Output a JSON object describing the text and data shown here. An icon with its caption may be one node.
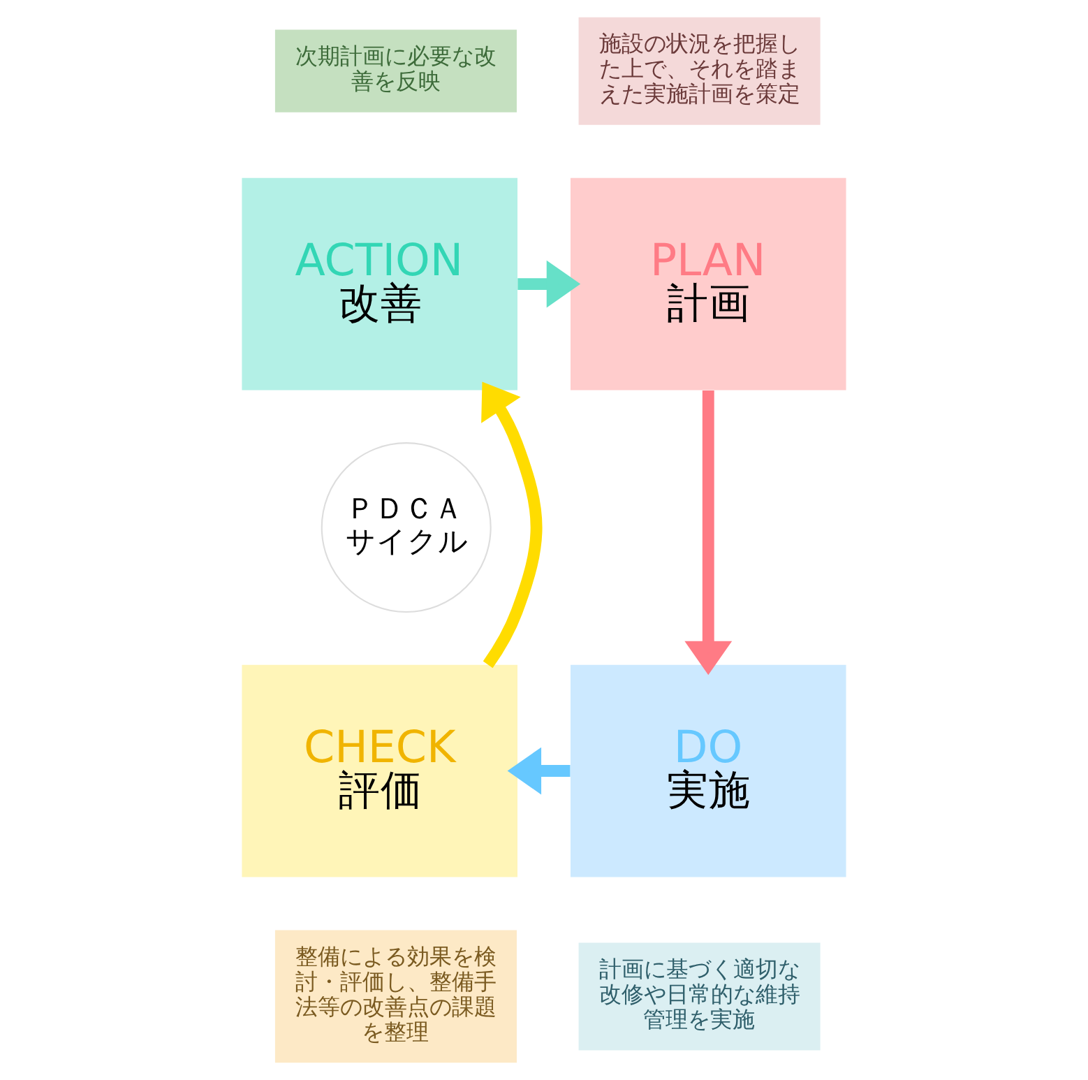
{
  "diagram": {
    "nodes": [
      {
        "text": [
          "次期計画に必要な改善を反映"
        ]
      },
      {
        "text": [
          "施設の状況を把握した上で、それを踏まえた実施計画を策定"
        ]
      },
      {
        "text": [
          "ACTION",
          "改善"
        ]
      },
      {
        "text": [
          "PLAN",
          "計画"
        ]
      },
      {
        "text": [
          "ＰＤＣＡサイクル"
        ]
      },
      {
        "text": [
          "CHECK",
          "評価"
        ]
      },
      {
        "text": [
          "DO",
          "実施"
        ]
      },
      {
        "text": [
          "整備による効果を検討・評価し、整備手法等の改善点の課題を整理"
        ]
      },
      {
        "text": [
          "計画に基づく適切な改修や日常的な維持管理を実施"
        ]
      }
    ],
    "edges": [
      {
        "from": 2,
        "to": 3,
        "arrow": "to",
        "color": "#66e0c8"
      },
      {
        "from": 3,
        "to": 6,
        "arrow": "to",
        "color": "#ff7b85"
      },
      {
        "from": 6,
        "to": 5,
        "arrow": "to",
        "color": "#66c8ff"
      },
      {
        "from": 5,
        "to": 2,
        "arrow": "to",
        "color": "#ffdc00"
      }
    ]
  }
}
